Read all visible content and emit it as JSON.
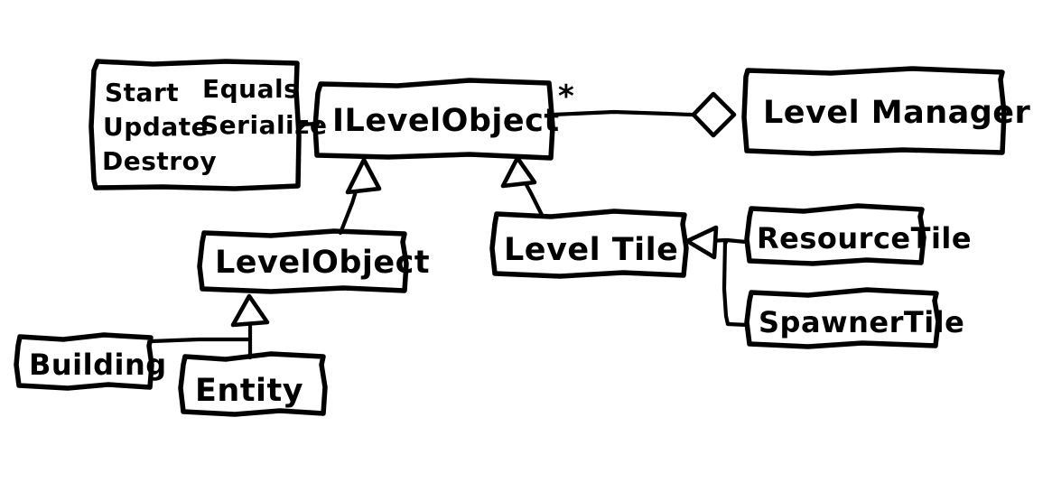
{
  "diagram": {
    "title": "ILevelObject UML class diagram",
    "style": "hand-drawn whiteboard sketch",
    "stroke_color": "#000000",
    "background_color": "#ffffff"
  },
  "nodes": {
    "methods_box": {
      "name": "methods-box",
      "kind": "member-list",
      "column_left": [
        "Start",
        "Update",
        "Destroy"
      ],
      "column_right": [
        "Equals",
        "Serialize"
      ],
      "m_start": "Start",
      "m_update": "Update",
      "m_destroy": "Destroy",
      "m_equals": "Equals",
      "m_serialize": "Serialize"
    },
    "ilevelobject": {
      "name": "ILevelObject",
      "kind": "interface",
      "label": "ILevelObject"
    },
    "levelmanager": {
      "name": "LevelManager",
      "kind": "class",
      "label": "Level Manager"
    },
    "levelobject": {
      "name": "LevelObject",
      "kind": "class",
      "label": "LevelObject"
    },
    "leveltile": {
      "name": "LevelTile",
      "kind": "class",
      "label": "Level Tile"
    },
    "resourcetile": {
      "name": "ResourceTile",
      "kind": "class",
      "label": "ResourceTile"
    },
    "spawnertile": {
      "name": "SpawnerTile",
      "kind": "class",
      "label": "SpawnerTile"
    },
    "building": {
      "name": "Building",
      "kind": "class",
      "label": "Building"
    },
    "entity": {
      "name": "Entity",
      "kind": "class",
      "label": "Entity"
    }
  },
  "annotations": {
    "multiplicity_many": "*"
  },
  "edges": [
    {
      "from": "methods_box",
      "to": "ILevelObject",
      "type": "member-attachment",
      "decoration": "none"
    },
    {
      "from": "ILevelObject",
      "to": "Level Manager",
      "type": "aggregation",
      "decoration": "hollow-diamond-at-LevelManager",
      "multiplicity_at_source": "*"
    },
    {
      "from": "LevelObject",
      "to": "ILevelObject",
      "type": "realization",
      "decoration": "hollow-triangle-at-ILevelObject"
    },
    {
      "from": "Level Tile",
      "to": "ILevelObject",
      "type": "realization",
      "decoration": "hollow-triangle-at-ILevelObject"
    },
    {
      "from": "Entity",
      "to": "LevelObject",
      "type": "inheritance",
      "decoration": "hollow-triangle-at-LevelObject"
    },
    {
      "from": "Building",
      "to": "LevelObject",
      "type": "inheritance",
      "decoration": "shared-hollow-triangle-at-LevelObject"
    },
    {
      "from": "ResourceTile",
      "to": "Level Tile",
      "type": "inheritance",
      "decoration": "hollow-triangle-at-LevelTile"
    },
    {
      "from": "SpawnerTile",
      "to": "Level Tile",
      "type": "inheritance",
      "decoration": "shared-hollow-triangle-at-LevelTile"
    }
  ]
}
